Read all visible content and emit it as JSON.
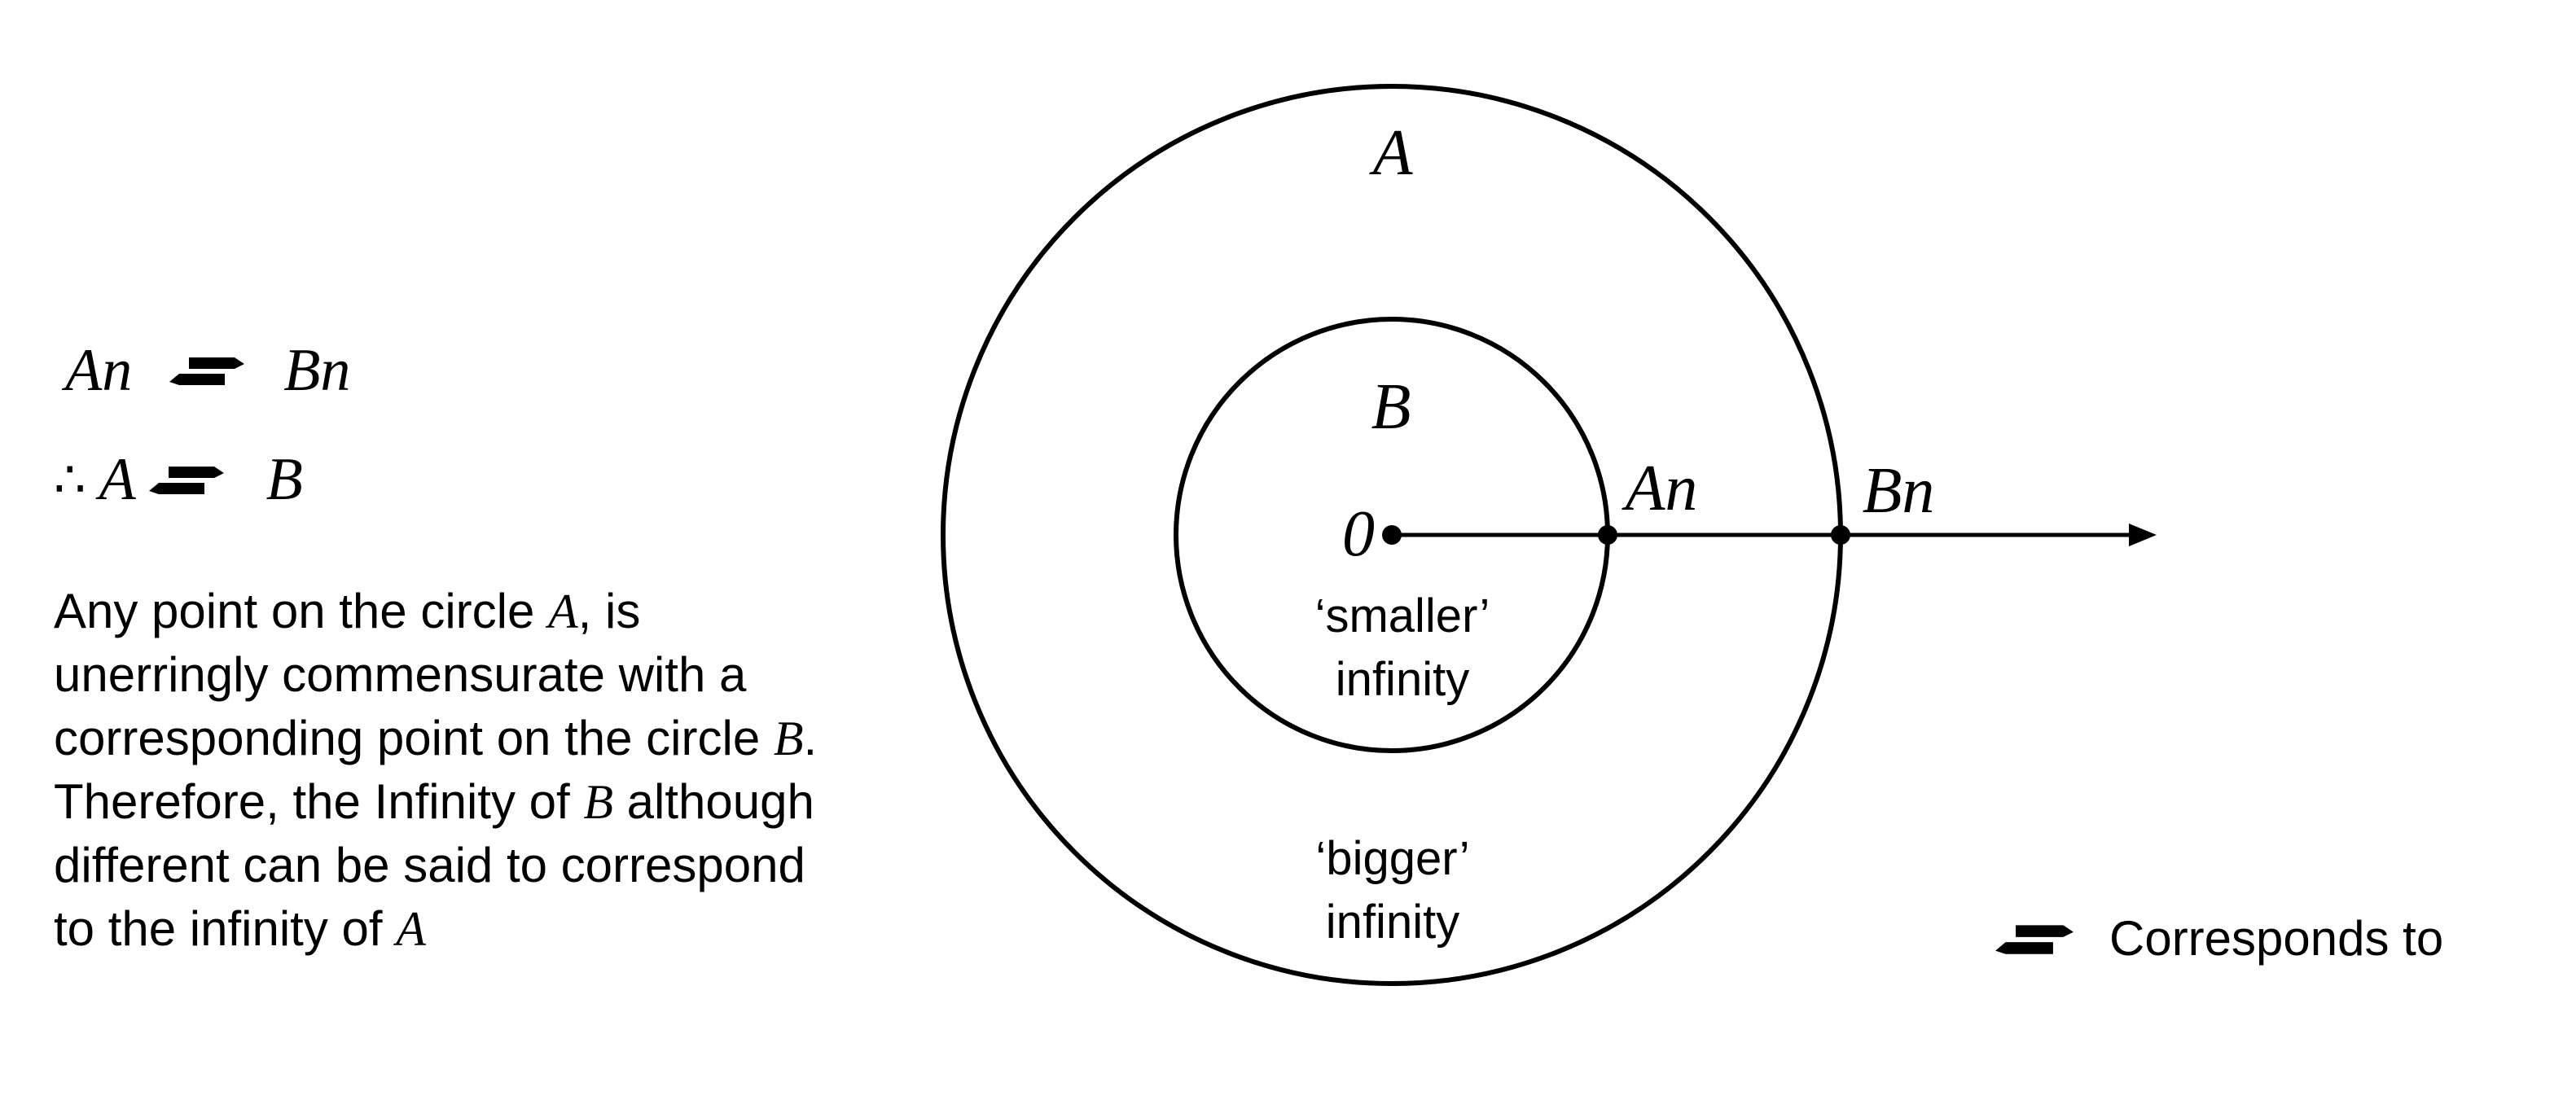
{
  "formulas": {
    "line1": {
      "left": "An",
      "right": "Bn"
    },
    "line2": {
      "prefix": "∴",
      "left": "A",
      "right": "B"
    }
  },
  "paragraph": [
    [
      "Any point on the circle ",
      "A",
      ", is"
    ],
    [
      "unerringly commensurate with a"
    ],
    [
      "corresponding point on the circle ",
      "B",
      "."
    ],
    [
      "Therefore, the Infinity of ",
      "B",
      " although"
    ],
    [
      "different can be said to correspond"
    ],
    [
      "to the infinity of ",
      "A"
    ]
  ],
  "diagram": {
    "outer_circle_label": "A",
    "inner_circle_label": "B",
    "origin_label": "0",
    "point_inner_label": "An",
    "point_outer_label": "Bn",
    "inner_text": [
      "‘smaller’",
      "infinity"
    ],
    "outer_text": [
      "‘bigger’",
      "infinity"
    ]
  },
  "legend": {
    "text": "Corresponds to"
  }
}
